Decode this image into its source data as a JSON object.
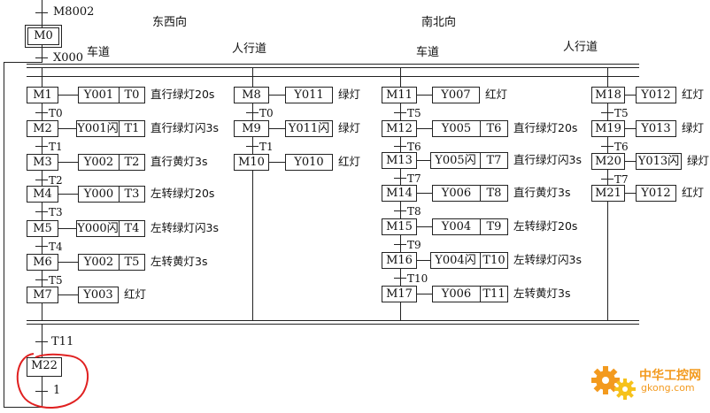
{
  "headers": {
    "east_west": "东西向",
    "north_south": "南北向",
    "ew_lane": "车道",
    "ew_ped": "人行道",
    "ns_lane": "车道",
    "ns_ped": "人行道"
  },
  "initial": {
    "m8002": "M8002",
    "m0": "M0",
    "x000": "X000"
  },
  "steps": [
    {
      "id": "M1",
      "out": "Y001",
      "timer": "T0",
      "desc": "直行绿灯20s",
      "tr": "T0"
    },
    {
      "id": "M2",
      "out": "Y001闪",
      "timer": "T1",
      "desc": "直行绿灯闪3s",
      "tr": "T1"
    },
    {
      "id": "M3",
      "out": "Y002",
      "timer": "T2",
      "desc": "直行黄灯3s",
      "tr": "T2"
    },
    {
      "id": "M4",
      "out": "Y000",
      "timer": "T3",
      "desc": "左转绿灯20s",
      "tr": "T3"
    },
    {
      "id": "M5",
      "out": "Y000闪",
      "timer": "T4",
      "desc": "左转绿灯闪3s",
      "tr": "T4"
    },
    {
      "id": "M6",
      "out": "Y002",
      "timer": "T5",
      "desc": "左转黄灯3s",
      "tr": "T5"
    },
    {
      "id": "M7",
      "out": "Y003",
      "timer": "",
      "desc": "红灯",
      "tr": ""
    },
    {
      "id": "M8",
      "out": "Y011",
      "timer": "",
      "desc": "绿灯",
      "tr": "T0"
    },
    {
      "id": "M9",
      "out": "Y011闪",
      "timer": "",
      "desc": "绿灯",
      "tr": "T1"
    },
    {
      "id": "M10",
      "out": "Y010",
      "timer": "",
      "desc": "红灯",
      "tr": ""
    },
    {
      "id": "M11",
      "out": "Y007",
      "timer": "",
      "desc": "红灯",
      "tr": "T5"
    },
    {
      "id": "M12",
      "out": "Y005",
      "timer": "T6",
      "desc": "直行绿灯20s",
      "tr": "T6"
    },
    {
      "id": "M13",
      "out": "Y005闪",
      "timer": "T7",
      "desc": "直行绿灯闪3s",
      "tr": "T7"
    },
    {
      "id": "M14",
      "out": "Y006",
      "timer": "T8",
      "desc": "直行黄灯3s",
      "tr": "T8"
    },
    {
      "id": "M15",
      "out": "Y004",
      "timer": "T9",
      "desc": "左转绿灯20s",
      "tr": "T9"
    },
    {
      "id": "M16",
      "out": "Y004闪",
      "timer": "T10",
      "desc": "左转绿灯闪3s",
      "tr": "T10"
    },
    {
      "id": "M17",
      "out": "Y006",
      "timer": "T11",
      "desc": "左转黄灯3s",
      "tr": ""
    },
    {
      "id": "M18",
      "out": "Y012",
      "timer": "",
      "desc": "红灯",
      "tr": "T5"
    },
    {
      "id": "M19",
      "out": "Y013",
      "timer": "",
      "desc": "绿灯",
      "tr": "T6"
    },
    {
      "id": "M20",
      "out": "Y013闪",
      "timer": "",
      "desc": "绿灯",
      "tr": "T7"
    },
    {
      "id": "M21",
      "out": "Y012",
      "timer": "",
      "desc": "红灯",
      "tr": ""
    }
  ],
  "final": {
    "t11": "T11",
    "m22": "M22",
    "one": "1"
  },
  "watermark": {
    "cn": "中华工控网",
    "url": "gkong.com"
  },
  "colors": {
    "line": "#222222",
    "highlight": "#e02020",
    "wm_orange": "#f39a1e",
    "wm_yellow": "#f6c21c"
  }
}
